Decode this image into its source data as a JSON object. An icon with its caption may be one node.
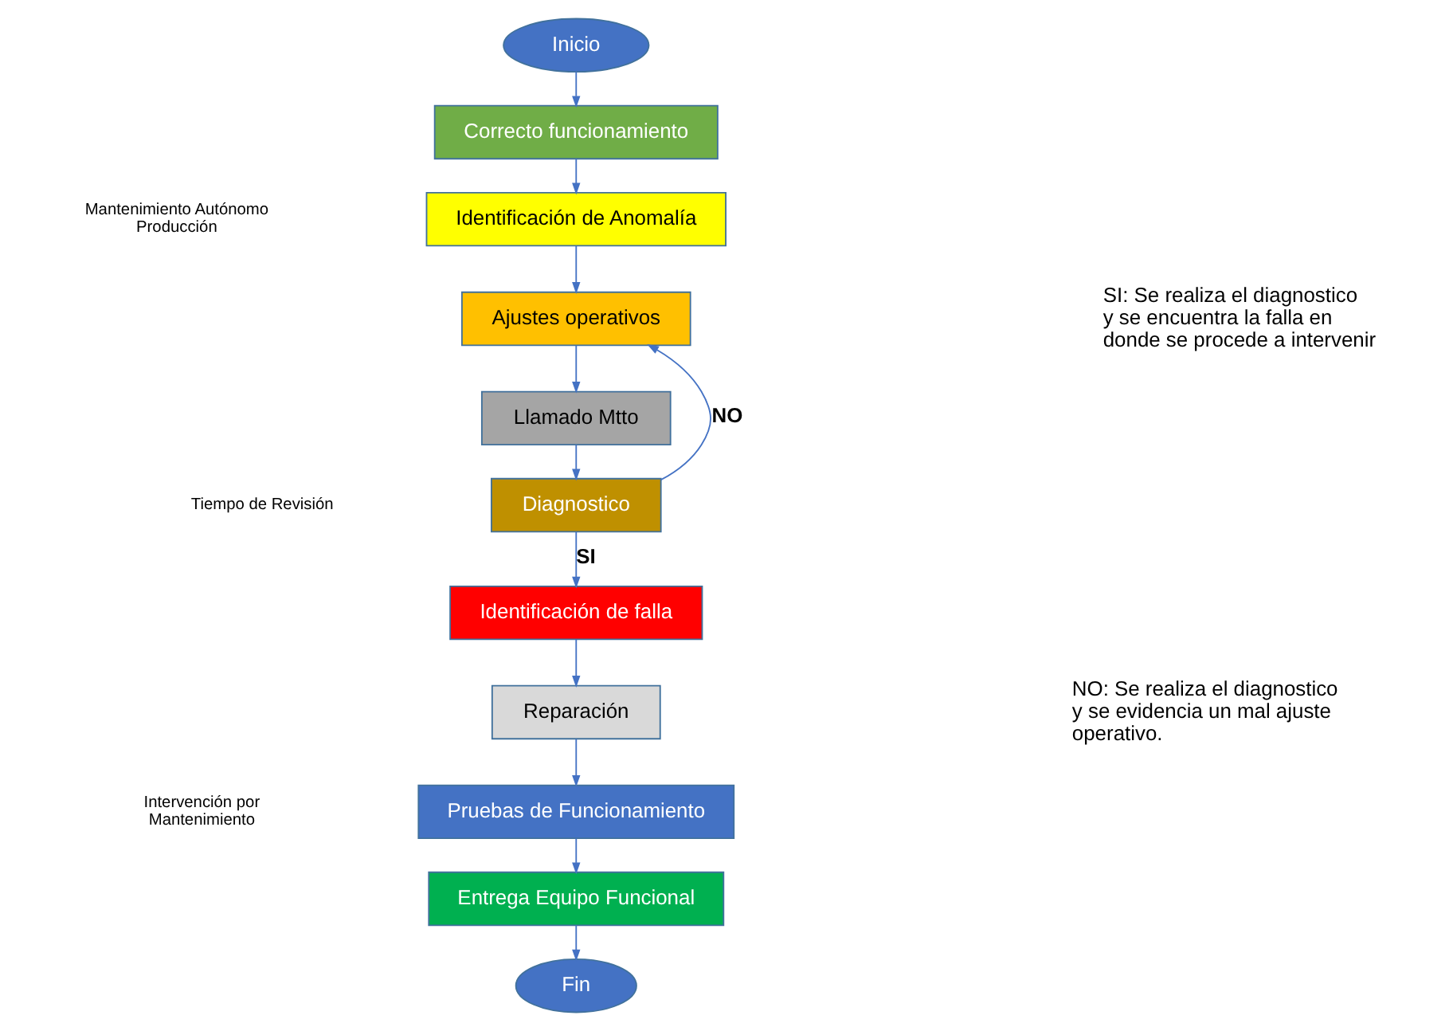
{
  "diagram": {
    "nodes": [
      {
        "text": [
          "Inicio"
        ]
      },
      {
        "text": [
          "Correcto funcionamiento"
        ]
      },
      {
        "text": [
          "Identificación de Anomalía"
        ]
      },
      {
        "text": [
          "Ajustes operativos"
        ]
      },
      {
        "text": [
          "Llamado Mtto"
        ]
      },
      {
        "text": [
          "Diagnostico"
        ]
      },
      {
        "text": [
          "Identificación de falla"
        ]
      },
      {
        "text": [
          "Reparación"
        ]
      },
      {
        "text": [
          "Pruebas de Funcionamiento"
        ]
      },
      {
        "text": [
          "Entrega Equipo Funcional"
        ]
      },
      {
        "text": [
          "Fin"
        ]
      }
    ],
    "edges": [
      {
        "from": 0,
        "to": 1,
        "arrow": "to"
      },
      {
        "from": 1,
        "to": 2,
        "arrow": "to"
      },
      {
        "from": 2,
        "to": 3,
        "arrow": "to"
      },
      {
        "from": 3,
        "to": 4,
        "arrow": "to"
      },
      {
        "from": 4,
        "to": 5,
        "arrow": "to"
      },
      {
        "from": 5,
        "to": 6,
        "arrow": "to",
        "label": "SI"
      },
      {
        "from": 5,
        "to": 3,
        "arrow": "to",
        "label": "NO"
      },
      {
        "from": 6,
        "to": 7,
        "arrow": "to"
      },
      {
        "from": 7,
        "to": 8,
        "arrow": "to"
      },
      {
        "from": 8,
        "to": 9,
        "arrow": "to"
      },
      {
        "from": 9,
        "to": 10,
        "arrow": "to"
      }
    ],
    "labels": [
      "Mantenimiento Autónomo Producción",
      "Tiempo de Revisión",
      "Intervención por Mantenimiento",
      "SI: Se realiza el diagnostico y se encuentra la falla en donde se procede a intervenir",
      "NO: Se realiza el diagnostico y se evidencia un mal ajuste operativo."
    ]
  }
}
